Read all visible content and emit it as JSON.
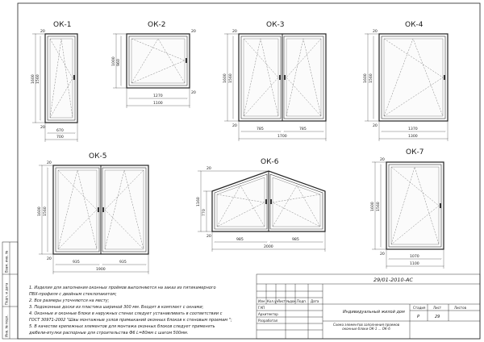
{
  "windows": {
    "ok1": {
      "title": "ОК-1",
      "h_outer": "1600",
      "h_inner": "1560",
      "top_gap": "20",
      "bot_gap": "20",
      "w_inner": "670",
      "w_outer": "700"
    },
    "ok2": {
      "title": "ОК-2",
      "h_outer": "1000",
      "h_inner": "960",
      "top_gap": "20",
      "bot_gap": "20",
      "w_inner": "1270",
      "w_outer": "1100"
    },
    "ok3": {
      "title": "ОК-3",
      "h_outer": "1600",
      "h_inner": "1560",
      "top_gap": "20",
      "bot_gap": "20",
      "w_left": "785",
      "w_right": "785",
      "w_outer": "1700"
    },
    "ok4": {
      "title": "ОК-4",
      "h_outer": "1600",
      "h_inner": "1560",
      "top_gap": "20",
      "bot_gap": "20",
      "w_inner": "1370",
      "w_outer": "1300"
    },
    "ok5": {
      "title": "ОК-5",
      "h_outer": "1600",
      "h_inner": "1560",
      "top_gap": "20",
      "bot_gap": "20",
      "w_left": "935",
      "w_right": "935",
      "w_outer": "1900"
    },
    "ok6": {
      "title": "ОК-6",
      "h_outer": "1160",
      "h_inner": "770",
      "top_gap": "20",
      "bot_gap": "20",
      "w_left": "985",
      "w_right": "985",
      "w_outer": "2000"
    },
    "ok7": {
      "title": "ОК-7",
      "h_outer": "1600",
      "h_inner": "1560",
      "top_gap": "20",
      "bot_gap": "20",
      "w_inner": "1070",
      "w_outer": "1100"
    }
  },
  "notes": [
    "1.    Изделия для заполнения оконных проёмов выполняются на заказ из пятикамерного",
    "ПВХ-профиля с двойным стеклопакетом;",
    "2.    Все размеры уточняются на месту;",
    "3.    Подоконные доски из пластика шириной 300 мм. Входят в комплект с окнами;",
    "4.    Оконные и оконные блоки в наружных стенах следует устанавливать в соответствии с",
    "ГОСТ 30971-2002 \"Швы монтажные узлов примыканий оконных блоков к стеновым проемам \";",
    "5.    В качестве крепежных элементов для монтажа оконных блоков следует применять",
    "дюбели-втулки распорные для строительства Ф6 L=80мм с шагом 500мм."
  ],
  "title_block": {
    "doc_code": "29/01-2010-АС",
    "col_izm": "Изм",
    "col_koluch": "Кол.уч",
    "col_list": "Лист",
    "col_ndok": "№док.",
    "col_podp": "Подп.",
    "col_data": "Дата",
    "role_gap": "ГАП",
    "role_arch": "Архитектор",
    "role_dev": "Разработал",
    "project": "Индивидуальный жилой дом",
    "sheet_title": "Схема элементов заполнения проемов оконные блоки ОК-1 ... ОК-6",
    "hdr_stage": "Стадия",
    "hdr_sheet": "Лист",
    "hdr_sheets": "Листов",
    "stage": "Р",
    "sheet_no": "29"
  },
  "side_stamp": {
    "inv_orig": "Инв. № подл.",
    "sign_date": "Подп. и дата",
    "inv_dup": "Взам. инв. №"
  }
}
